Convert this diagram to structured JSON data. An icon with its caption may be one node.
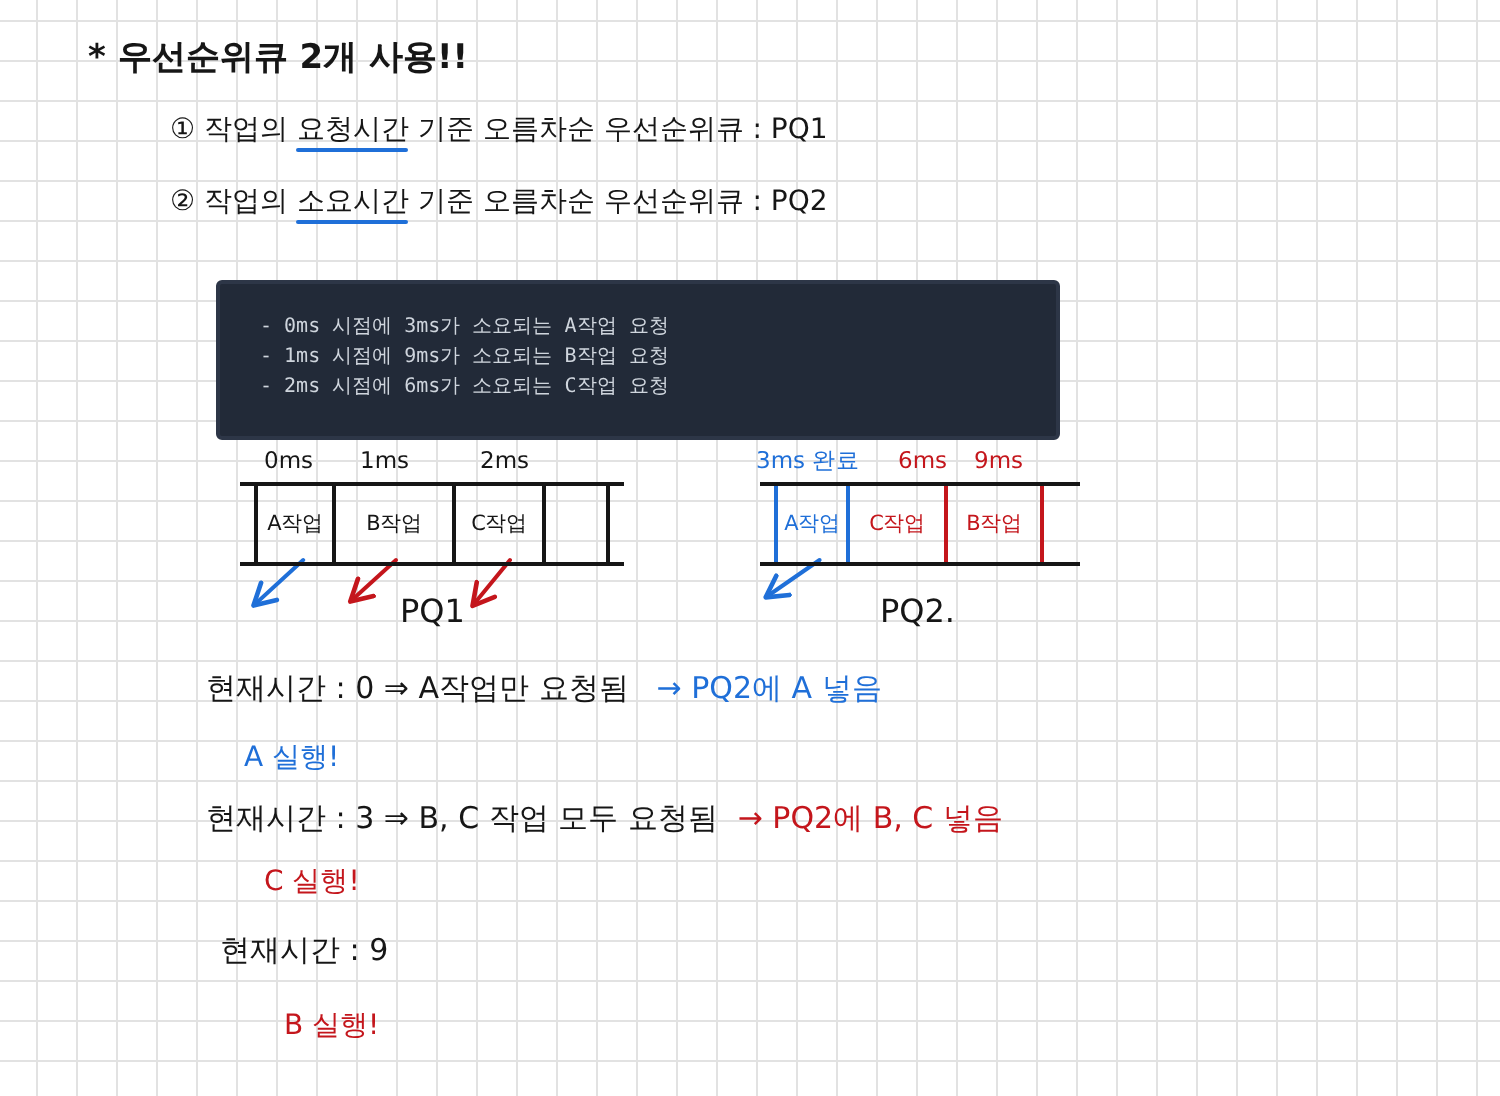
{
  "diagram": {
    "title": "* 우선순위큐 2개 사용!!",
    "nodes": [
      {
        "text": [
          "- 0ms 시점에 3ms가 소요되는 A작업 요청",
          "- 1ms 시점에 9ms가 소요되는 B작업 요청",
          "- 2ms 시점에 6ms가 소요되는 C작업 요청"
        ]
      },
      {
        "text": [
          "PQ1"
        ]
      },
      {
        "text": [
          "A작업"
        ],
        "in": 1,
        "beside": [
          "0ms"
        ]
      },
      {
        "text": [
          "B작업"
        ],
        "in": 1,
        "beside": [
          "1ms"
        ]
      },
      {
        "text": [
          "C작업"
        ],
        "in": 1,
        "beside": [
          "2ms"
        ]
      },
      {
        "text": [],
        "shape": "box",
        "in": 1
      },
      {
        "text": [
          "PQ2."
        ]
      },
      {
        "text": [
          "A작업"
        ],
        "in": 6,
        "beside": [
          "3ms 완료"
        ]
      },
      {
        "text": [
          "C작업"
        ],
        "in": 6,
        "beside": [
          "6ms"
        ]
      },
      {
        "text": [
          "B작업"
        ],
        "in": 6,
        "beside": [
          "9ms"
        ]
      }
    ],
    "edges": [
      {
        "from": 2,
        "to": null,
        "arrow": "to",
        "color": "#1f6fd8"
      },
      {
        "from": 3,
        "to": null,
        "arrow": "to",
        "color": "#c4161c"
      },
      {
        "from": 4,
        "to": null,
        "arrow": "to",
        "color": "#c4161c"
      },
      {
        "from": 7,
        "to": null,
        "arrow": "to",
        "color": "#1f6fd8"
      }
    ],
    "labels": [
      "① 작업의 요청시간 기준 오름차순 우선순위큐 : PQ1",
      "② 작업의 소요시간 기준 오름차순 우선순위큐 : PQ2",
      "현재시간 : 0 ⇒ A작업만 요청됨",
      "→ PQ2에 A 넣음",
      "A 실행!",
      "현재시간 : 3 ⇒ B, C 작업 모두 요청됨",
      "→ PQ2에 B, C 넣음",
      "C 실행!",
      "현재시간 : 9",
      "B 실행!"
    ]
  }
}
